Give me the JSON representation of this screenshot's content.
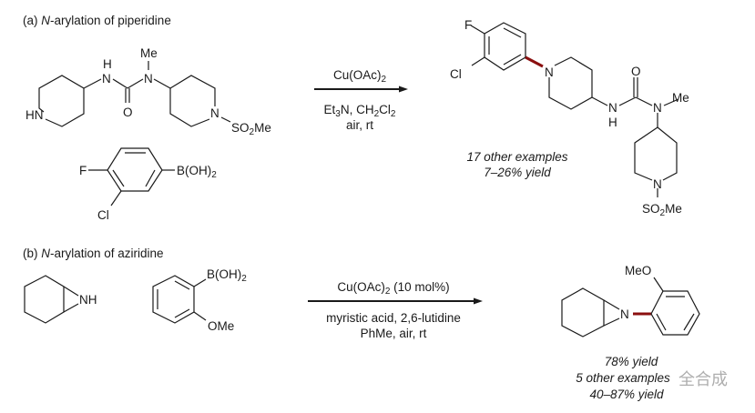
{
  "part_a": {
    "title_prefix": "(a) ",
    "title_italic": "N",
    "title_rest": "-arylation of piperidine",
    "reactant1": {
      "hn": "HN",
      "n1": "N",
      "h1": "H",
      "o": "O",
      "n2": "N",
      "me": "Me",
      "n3": "N",
      "so2me_a": "SO",
      "so2me_sub": "2",
      "so2me_b": "Me"
    },
    "reactant2": {
      "f": "F",
      "cl": "Cl",
      "b_a": "B(OH)",
      "b_sub": "2"
    },
    "conditions": {
      "above_a": "Cu(OAc)",
      "above_sub": "2",
      "below1_a": "Et",
      "below1_sub1": "3",
      "below1_b": "N, CH",
      "below1_sub2": "2",
      "below1_c": "Cl",
      "below1_sub3": "2",
      "below2": "air, rt"
    },
    "product": {
      "f": "F",
      "cl": "Cl",
      "n1": "N",
      "n2": "N",
      "h": "H",
      "o": "O",
      "n3": "N",
      "me": "Me",
      "n4": "N",
      "so2me_a": "SO",
      "so2me_sub": "2",
      "so2me_b": "Me"
    },
    "result_line1": "17 other examples",
    "result_line2": "7–26% yield"
  },
  "part_b": {
    "title_prefix": "(b) ",
    "title_italic": "N",
    "title_rest": "-arylation of aziridine",
    "reactant1": {
      "nh": "NH"
    },
    "reactant2": {
      "b_a": "B(OH)",
      "b_sub": "2",
      "ome": "OMe"
    },
    "conditions": {
      "above_a": "Cu(OAc)",
      "above_sub": "2",
      "above_b": " (10 mol%)",
      "below1": "myristic acid, 2,6-lutidine",
      "below2": "PhMe, air, rt"
    },
    "product": {
      "n": "N",
      "meo": "MeO"
    },
    "result_line1": "78% yield",
    "result_line2": "5 other examples",
    "result_line3": "40–87% yield"
  },
  "watermark": "全合成",
  "colors": {
    "new_bond": "#8b0f0f",
    "text": "#1a1a1a"
  }
}
